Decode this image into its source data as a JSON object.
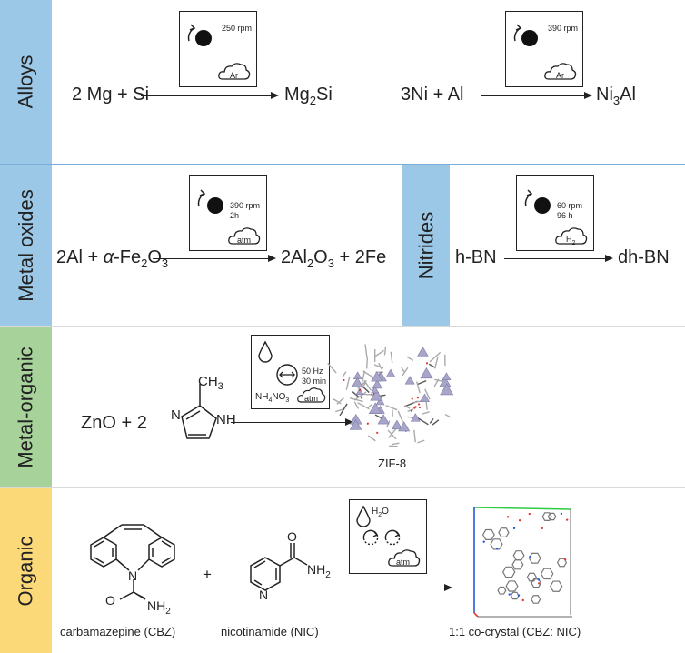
{
  "colors": {
    "alloys_band": "#9cc8e8",
    "oxides_band": "#9cc8e8",
    "nitrides_band": "#9cc8e8",
    "mof_band": "#a7d39b",
    "organic_band": "#fbd978",
    "separator_blue": "#7aaed8",
    "separator_gray": "#d9d9d9",
    "crystal_node": "#a8a6c8",
    "cell_green": "#2ecc40",
    "cell_blue": "#2a56d8",
    "cell_red": "#e53935"
  },
  "rows": {
    "alloys": {
      "label": "Alloys",
      "rxn1": {
        "lhs": "2 Mg + Si",
        "rhs_base": "Mg",
        "rhs_sub": "2",
        "rhs_tail": "Si",
        "speed": "250 rpm",
        "gas": "Ar"
      },
      "rxn2": {
        "lhs": "3Ni + Al",
        "rhs_base": "Ni",
        "rhs_sub": "3",
        "rhs_tail": "Al",
        "speed": "390 rpm",
        "gas": "Ar"
      }
    },
    "oxides": {
      "label": "Metal oxides",
      "lhs_a": "2Al + ",
      "lhs_alpha": "α",
      "lhs_b": "-Fe",
      "lhs_sub1": "2",
      "lhs_c": "O",
      "lhs_sub2": "3",
      "rhs_a": "2Al",
      "rhs_sub1": "2",
      "rhs_b": "O",
      "rhs_sub2": "3",
      "rhs_c": " + 2Fe",
      "speed": "390 rpm",
      "time": "2h",
      "gas": "atm"
    },
    "nitrides": {
      "label": "Nitrides",
      "lhs": "h-BN",
      "rhs": "dh-BN",
      "speed": "60 rpm",
      "time": "96 h",
      "gas_base": "H",
      "gas_sub": "2"
    },
    "mof": {
      "label": "Metal-organic",
      "lhs": "ZnO + 2",
      "methyl": "CH",
      "methyl_sub": "3",
      "nh": "NH",
      "n": "N",
      "freq": "50 Hz",
      "time": "30 min",
      "additive_a": "NH",
      "additive_sub1": "4",
      "additive_b": "NO",
      "additive_sub2": "3",
      "gas": "atm",
      "product": "ZIF-8"
    },
    "organic": {
      "label": "Organic",
      "plus": "+",
      "water_base": "H",
      "water_sub": "2",
      "water_tail": "O",
      "gas": "atm",
      "o1": "O",
      "nh2_base": "NH",
      "nh2_sub": "2",
      "n_ring": "N",
      "o2": "O",
      "nh2b_base": "NH",
      "nh2b_sub": "2",
      "n_pyr": "N",
      "cbz_caption": "carbamazepine (CBZ)",
      "nic_caption": "nicotinamide (NIC)",
      "product_caption": "1:1 co-crystal (CBZ: NIC)"
    }
  }
}
